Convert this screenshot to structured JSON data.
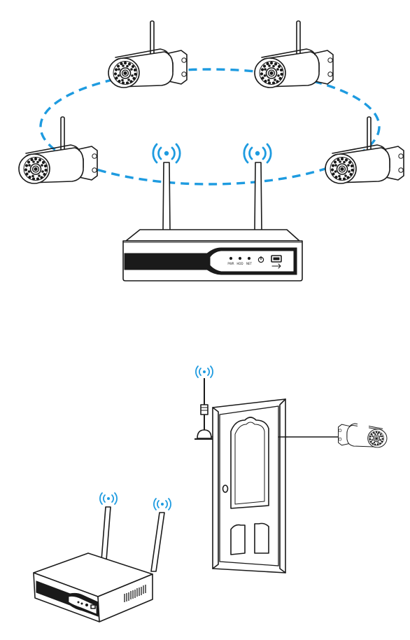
{
  "colors": {
    "wireless_signal": "#1e9be0",
    "network_ring": "#1e9be0",
    "line_art": "#1a1a1a",
    "background": "#ffffff"
  },
  "nvr_top": {
    "indicator_labels": [
      "PWR",
      "HDD",
      "NET"
    ]
  },
  "icons": {
    "camera": "bullet-camera-icon",
    "nvr": "nvr-recorder-icon",
    "signal": "wifi-signal-icon",
    "door": "door-icon",
    "antenna": "external-antenna-icon"
  }
}
